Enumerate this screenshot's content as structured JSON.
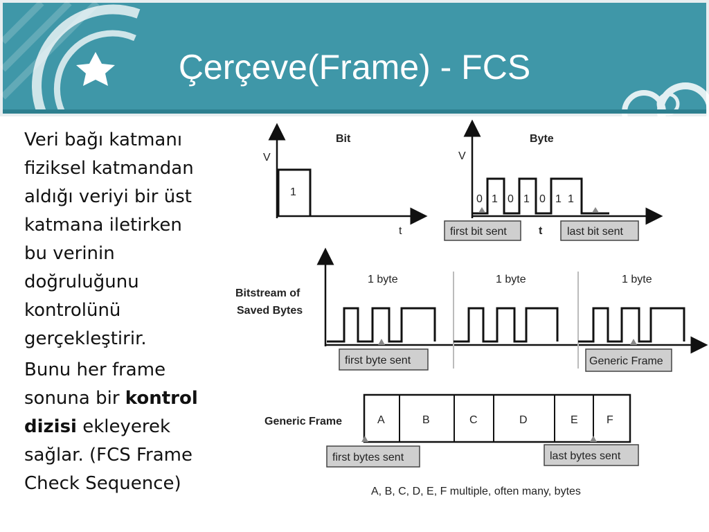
{
  "slide": {
    "title": "Çerçeve(Frame) - FCS",
    "paragraph1": "Veri bağı katmanı fiziksel katmandan aldığı veriyi bir üst katmana iletirken bu verinin doğruluğunu kontrolünü gerçekleştirir.",
    "paragraph2_pre": "Bunu her frame sonuna bir ",
    "paragraph2_bold": "kontrol dizisi",
    "paragraph2_post": " ekleyerek sağlar. (FCS Frame Check Sequence)"
  },
  "colors": {
    "banner": "#3f97a8",
    "title_text": "#ffffff",
    "label_box": "#cfcfcf"
  },
  "diagram": {
    "bit_panel": {
      "title": "Bit",
      "v_label": "V",
      "t_label": "t",
      "pulse_label": "1"
    },
    "byte_panel": {
      "title": "Byte",
      "v_label": "V",
      "t_label": "t",
      "bits": [
        "0",
        "1",
        "0",
        "1",
        "0",
        "1",
        "1"
      ],
      "first_label": "first bit sent",
      "last_label": "last bit sent"
    },
    "bitstream_panel": {
      "label_line1": "Bitstream of",
      "label_line2": "Saved Bytes",
      "byte_labels": [
        "1 byte",
        "1 byte",
        "1 byte"
      ],
      "first_label": "first byte sent",
      "generic_label": "Generic Frame"
    },
    "frame_panel": {
      "label": "Generic Frame",
      "cells": [
        "A",
        "B",
        "C",
        "D",
        "E",
        "F"
      ],
      "first_label": "first bytes sent",
      "last_label": "last bytes sent",
      "caption": "A, B, C, D, E, F multiple, often many, bytes"
    }
  }
}
